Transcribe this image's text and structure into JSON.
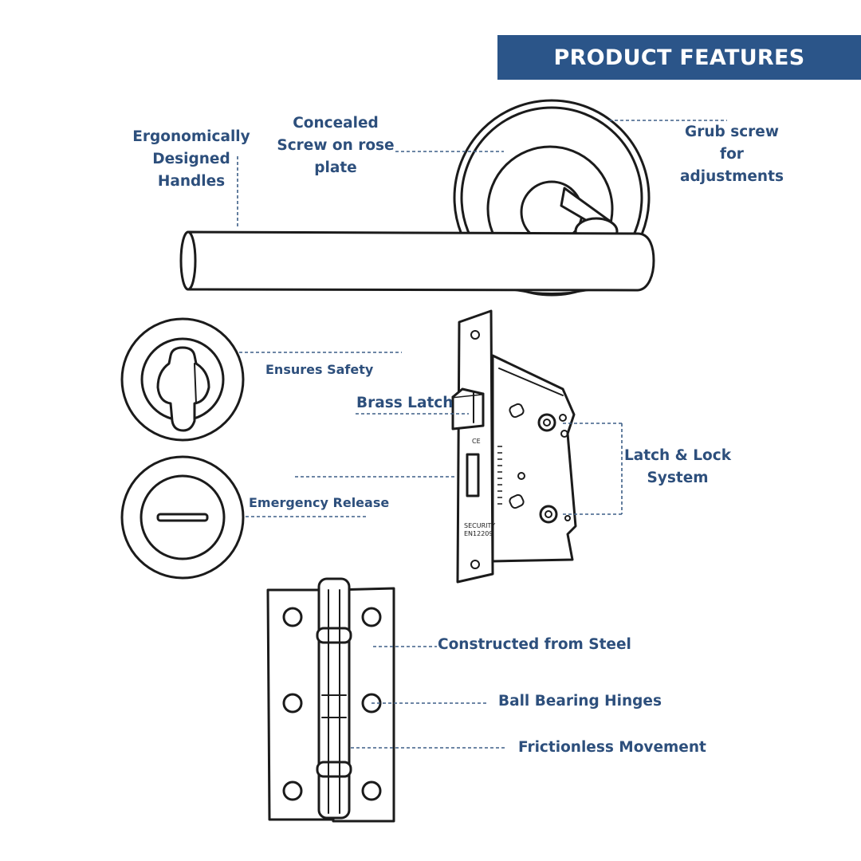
{
  "banner": {
    "title": "PRODUCT FEATURES",
    "color": "#2b5589"
  },
  "labels": {
    "handles": "Ergonomically\nDesigned\nHandles",
    "concealed": "Concealed\nScrew on rose\nplate",
    "grub": "Grub screw\nfor\nadjustments",
    "safety": "Ensures Safety",
    "brass": "Brass Latch",
    "latch_lock": "Latch & Lock\nSystem",
    "emergency": "Emergency Release",
    "steel": "Constructed from Steel",
    "ball": "Ball Bearing Hinges",
    "frictionless": "Frictionless Movement"
  },
  "lock_marks": {
    "ce": "CE",
    "security": "SECURITY",
    "standard": "EN12209"
  },
  "colors": {
    "label_text": "#2d4f7c",
    "leader_line": "#3d5f87",
    "line_art": "#1b1b1b"
  }
}
